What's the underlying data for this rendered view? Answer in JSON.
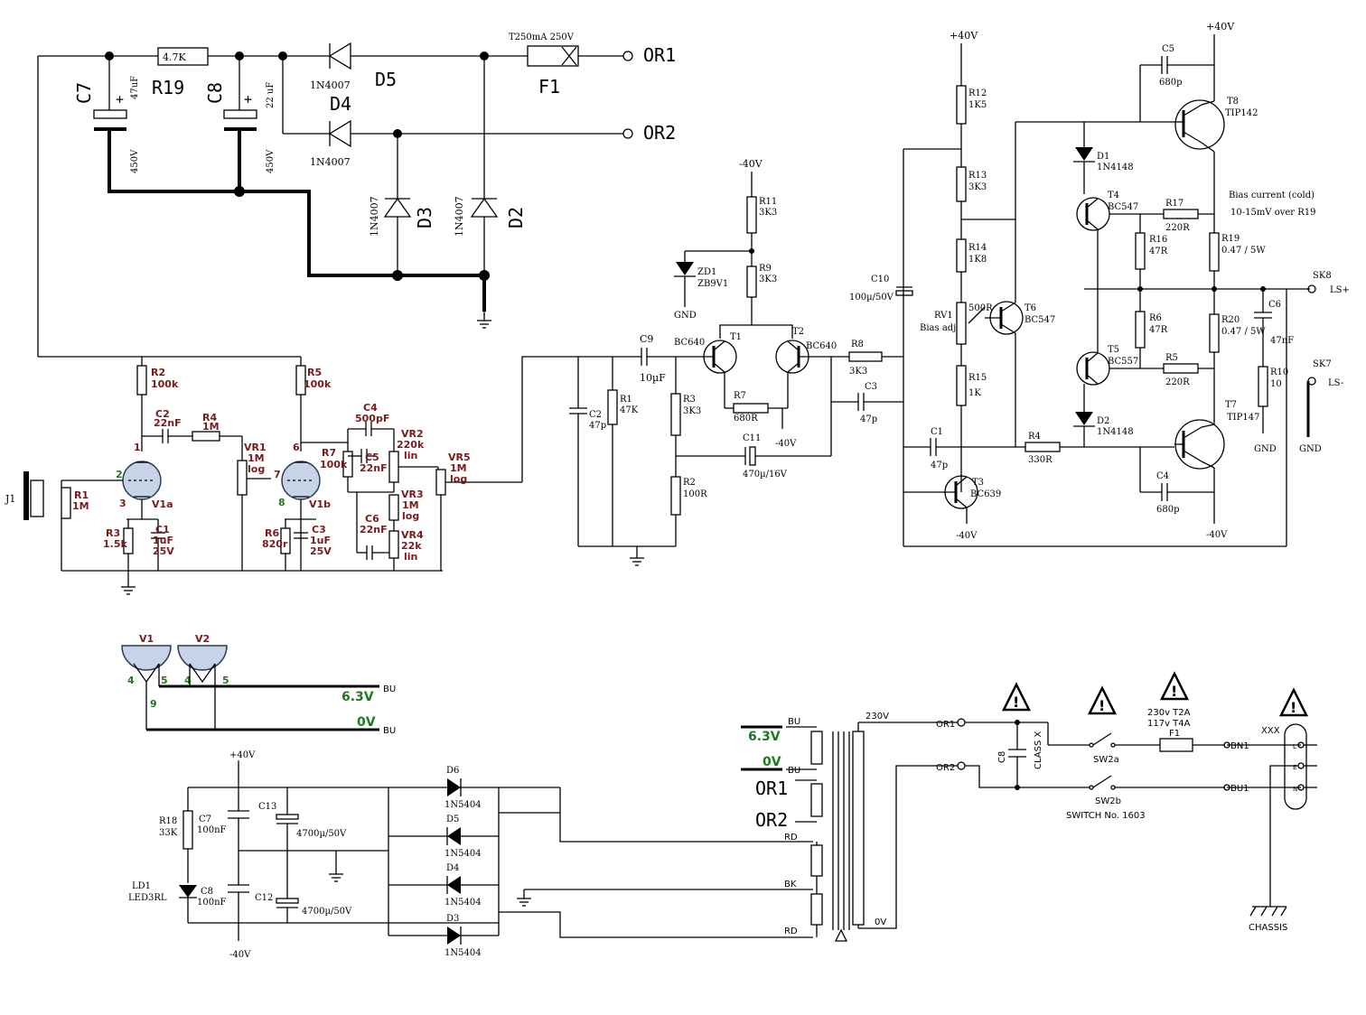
{
  "psu_top": {
    "r19_value": "4.7K",
    "r19_name": "R19",
    "c7_name": "C7",
    "c7_value": "47uF",
    "c7_voltage": "450V",
    "c8_name": "C8",
    "c8_value": "22 uF",
    "c8_voltage": "450V",
    "d5_part": "1N4007",
    "d5_name": "D5",
    "d4_part": "1N4007",
    "d4_name": "D4",
    "d3_part": "1N4007",
    "d3_name": "D3",
    "d2_part": "1N4007",
    "d2_name": "D2",
    "fuse_rating": "T250mA 250V",
    "fuse_name": "F1",
    "or1": "OR1",
    "or2": "OR2"
  },
  "preamp": {
    "r2": [
      "R2",
      "100k"
    ],
    "r5": [
      "R5",
      "100k"
    ],
    "c2": [
      "C2",
      "22nF"
    ],
    "r4": [
      "R4",
      "1M"
    ],
    "vr1": [
      "VR1",
      "1M",
      "log"
    ],
    "r1": [
      "R1",
      "1M"
    ],
    "j1": "J1",
    "r3": [
      "R3",
      "1.5k"
    ],
    "c1": [
      "C1",
      "1uF",
      "25V"
    ],
    "v1a": "V1a",
    "v1b": "V1b",
    "r7": [
      "R7",
      "100k"
    ],
    "r6": [
      "R6",
      "820r"
    ],
    "c3": [
      "C3",
      "1uF",
      "25V"
    ],
    "c4": [
      "C4",
      "500pF"
    ],
    "c5": [
      "C5",
      "22nF"
    ],
    "c6": [
      "C6",
      "22nF"
    ],
    "vr2": [
      "VR2",
      "220k",
      "lin"
    ],
    "vr3": [
      "VR3",
      "1M",
      "log"
    ],
    "vr4": [
      "VR4",
      "22k",
      "lin"
    ],
    "vr5": [
      "VR5",
      "1M",
      "log"
    ],
    "pin1": "1",
    "pin2": "2",
    "pin3": "3",
    "pin6": "6",
    "pin7": "7",
    "pin8": "8"
  },
  "power_amp": {
    "c9": [
      "C9",
      "10µF"
    ],
    "c2": [
      "C2",
      "47p"
    ],
    "r1": [
      "R1",
      "47K"
    ],
    "r11": [
      "R11",
      "3K3"
    ],
    "r9": [
      "R9",
      "3K3"
    ],
    "zd1": [
      "ZD1",
      "ZB9V1"
    ],
    "gnd": "GND",
    "t1": [
      "T1",
      "BC640"
    ],
    "t2": [
      "T2",
      "BC640"
    ],
    "r3": [
      "R3",
      "3K3"
    ],
    "r2": [
      "R2",
      "100R"
    ],
    "r7": [
      "R7",
      "680R"
    ],
    "c11": [
      "C11",
      "470µ/16V"
    ],
    "r8": [
      "R8",
      "3K3"
    ],
    "c3": [
      "C3",
      "47p"
    ],
    "c10": [
      "C10",
      "100µ/50V"
    ],
    "r12": [
      "R12",
      "1K5"
    ],
    "r13": [
      "R13",
      "3K3"
    ],
    "r14": [
      "R14",
      "1K8"
    ],
    "rv1": [
      "RV1",
      "Bias adj",
      "500R"
    ],
    "r15": [
      "R15",
      "1K"
    ],
    "t6": [
      "T6",
      "BC547"
    ],
    "c1": [
      "C1",
      "47p"
    ],
    "r4": [
      "R4",
      "330R"
    ],
    "t3": [
      "T3",
      "BC639"
    ],
    "c5": [
      "C5",
      "680p"
    ],
    "t8": [
      "T8",
      "TIP142"
    ],
    "d1": [
      "D1",
      "1N4148"
    ],
    "d2": [
      "D2",
      "1N4148"
    ],
    "t4": [
      "T4",
      "BC547"
    ],
    "t5": [
      "T5",
      "BC557"
    ],
    "r17": [
      "R17",
      "220R"
    ],
    "r16": [
      "R16",
      "47R"
    ],
    "r6": [
      "R6",
      "47R"
    ],
    "r5": [
      "R5",
      "220R"
    ],
    "r19": [
      "R19",
      "0.47 / 5W"
    ],
    "r20": [
      "R20",
      "0.47 / 5W"
    ],
    "bias_note": [
      "Bias current (cold)",
      "10-15mV over R19"
    ],
    "sk8": [
      "SK8",
      "LS+"
    ],
    "sk7": [
      "SK7",
      "LS-"
    ],
    "c6": [
      "C6",
      "47nF"
    ],
    "r10": [
      "R10",
      "10"
    ],
    "t7": [
      "T7",
      "TIP147"
    ],
    "c4": [
      "C4",
      "680p"
    ],
    "plus40": "+40V",
    "minus40": "-40V"
  },
  "heaters": {
    "v1": "V1",
    "v2": "V2",
    "pin4a": "4",
    "pin5a": "5",
    "pin4b": "4",
    "pin5b": "5",
    "pin9": "9",
    "v63": "6.3V",
    "v0": "0V",
    "bu": "BU"
  },
  "psu_bottom": {
    "plus40": "+40V",
    "minus40": "-40V",
    "r18": [
      "R18",
      "33K"
    ],
    "c7": [
      "C7",
      "100nF"
    ],
    "c13": [
      "C13",
      "4700µ/50V"
    ],
    "c8": [
      "C8",
      "100nF"
    ],
    "c12": [
      "C12",
      "4700µ/50V"
    ],
    "ld1": [
      "LD1",
      "LED3RL"
    ],
    "d6": [
      "D6",
      "1N5404"
    ],
    "d5": [
      "D5",
      "1N5404"
    ],
    "d4": [
      "D4",
      "1N5404"
    ],
    "d3": [
      "D3",
      "1N5404"
    ]
  },
  "transformer": {
    "bu": "BU",
    "v63": "6.3V",
    "v0": "0V",
    "or1": "OR1",
    "or2": "OR2",
    "rd": "RD",
    "bk": "BK",
    "pri_230": "230V",
    "pri_0": "0V"
  },
  "mains": {
    "or1": "OR1",
    "or2": "OR2",
    "c8": "C8",
    "classx": "CLASS X",
    "sw2a": "SW2a",
    "sw2b": "SW2b",
    "fuse": [
      "230v T2A",
      "117v T4A",
      "F1"
    ],
    "switch_no": "SWITCH No. 1603",
    "bn1": "BN1",
    "bu1": "BU1",
    "chassis": "CHASSIS",
    "xxx": "XXX",
    "l": "L",
    "e": "E",
    "n": "N"
  }
}
